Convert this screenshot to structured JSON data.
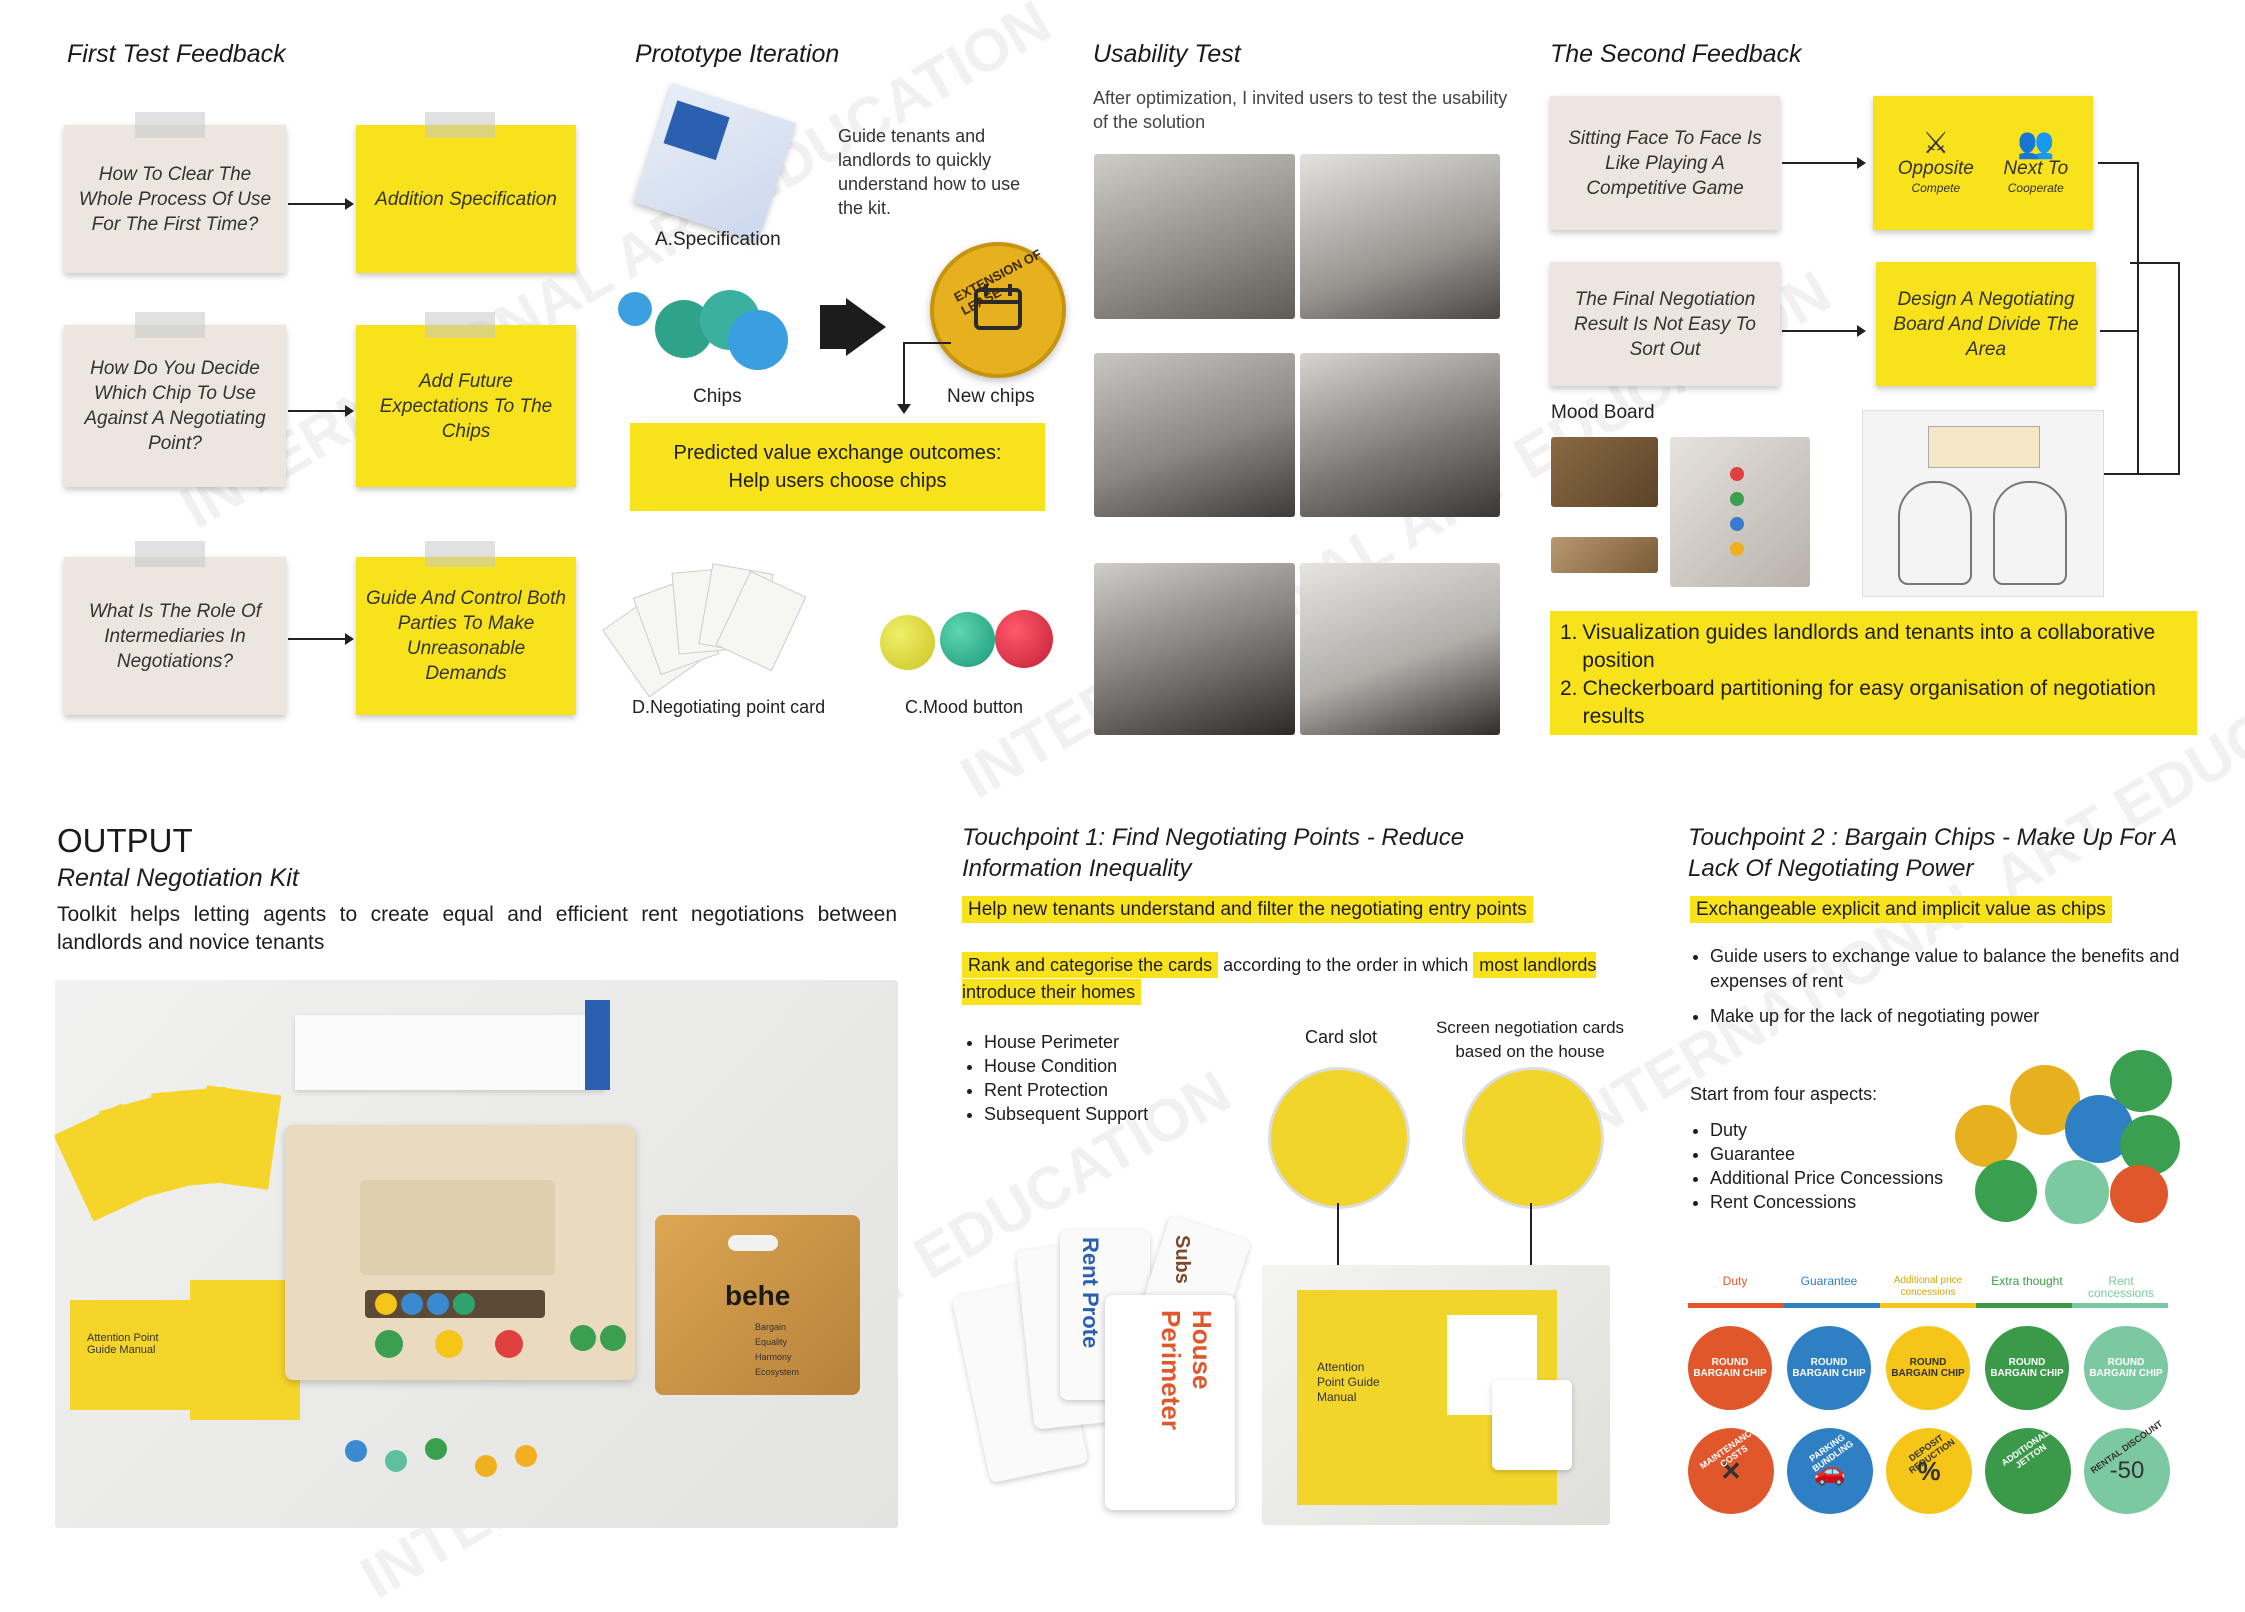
{
  "sections": {
    "first_feedback": "First Test Feedback",
    "prototype": "Prototype Iteration",
    "usability": "Usability Test",
    "second_feedback": "The Second Feedback"
  },
  "first_feedback": {
    "q1": "How To Clear The Whole Process Of Use For The First Time?",
    "a1": "Addition Specification",
    "q2": "How Do You Decide Which Chip To Use Against A Negotiating Point?",
    "a2": "Add Future Expectations To The Chips",
    "q3": "What Is The Role Of Intermediaries In Negotiations?",
    "a3": "Guide And Control Both Parties To Make Unreasonable Demands"
  },
  "prototype": {
    "guide_text": "Guide tenants and landlords to quickly understand how to use the kit.",
    "spec_label": "A.Specification",
    "chips_label": "Chips",
    "new_chips_label": "New chips",
    "badge_text": "EXTENSION OF LEASE",
    "result_line1": "Predicted value exchange outcomes:",
    "result_line2": "Help users choose chips",
    "card_label": "D.Negotiating point card",
    "mood_label": "C.Mood button"
  },
  "usability": {
    "desc": "After optimization, I invited users to test the usability of the solution"
  },
  "second_feedback": {
    "q1": "Sitting Face To Face Is Like Playing A Competitive Game",
    "opposite": "Opposite",
    "compete": "Compete",
    "next_to": "Next To",
    "cooperate": "Cooperate",
    "q2": "The Final Negotiation Result Is Not Easy To Sort Out",
    "a2": "Design A Negotiating Board And Divide The Area",
    "mood_board": "Mood Board",
    "point1_num": "1.",
    "point1": "Visualization guides landlords and tenants into a collaborative position",
    "point2_num": "2.",
    "point2": "Checkerboard partitioning for easy organisation of negotiation results"
  },
  "output": {
    "title": "OUTPUT",
    "subtitle": "Rental Negotiation Kit",
    "desc": "Toolkit helps letting agents to create equal and efficient rent negotiations between landlords and novice tenants",
    "bag_brand": "behe",
    "bag_words": [
      "Bargain",
      "Equality",
      "Harmony",
      "Ecosystem"
    ],
    "guide_manual": "Attention Point Guide Manual"
  },
  "touchpoint1": {
    "title": "Touchpoint 1: Find  Negotiating Points - Reduce Information Inequality",
    "highlight1": "Help new tenants understand and filter the negotiating entry points",
    "h2_part1": "Rank and categorise the cards",
    "h2_part2": " according to the order in which ",
    "h2_part3": "most landlords introduce their homes",
    "items": [
      "House Perimeter",
      "House Condition",
      "Rent Protection",
      "Subsequent Support"
    ],
    "card_slot": "Card slot",
    "screen_cards": "Screen negotiation cards based on the house",
    "card_rent": "Rent Prote",
    "card_house": "House Perimeter",
    "card_subs": "Subs"
  },
  "touchpoint2": {
    "title": "Touchpoint 2 : Bargain Chips - Make Up For A Lack Of Negotiating Power",
    "highlight": "Exchangeable explicit and implicit value as chips",
    "bullets": [
      "Guide users to exchange value to balance the benefits and expenses of rent",
      "Make up for the lack of negotiating power"
    ],
    "aspects_title": "Start from four aspects:",
    "aspects": [
      "Duty",
      "Guarantee",
      "Additional Price Concessions",
      "Rent Concessions"
    ],
    "legend": [
      "Duty",
      "Guarantee",
      "Additional price concessions",
      "Extra thought",
      "Rent concessions"
    ],
    "legend_colors": [
      "#e0572b",
      "#2e7fc3",
      "#f5c518",
      "#3a9a4a",
      "#7cc8a0"
    ],
    "round_chip": "ROUND BARGAIN CHIP",
    "bottom_chips": [
      "MAINTENANCE COSTS",
      "PARKING BUNDLING",
      "DEPOSIT REDUCTION",
      "ADDITIONAL JETTON",
      "RENTAL DISCOUNT"
    ],
    "discount_value": "-50"
  }
}
